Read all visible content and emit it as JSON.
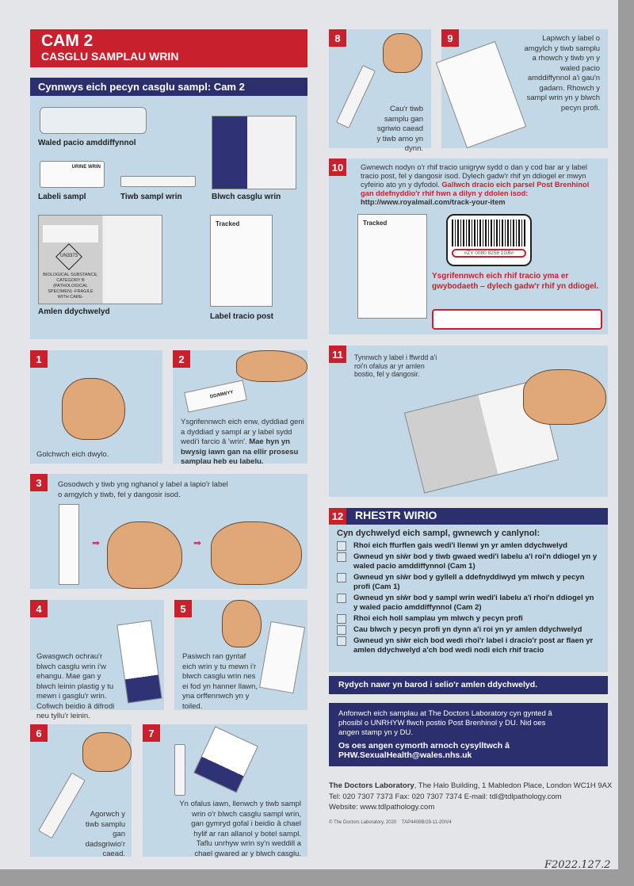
{
  "header": {
    "title": "CAM 2",
    "subtitle": "CASGLU SAMPLAU WRIN"
  },
  "contents": {
    "heading": "Cynnwys eich pecyn casglu sampl: Cam 2",
    "items": [
      "Waled pacio amddiffynnol",
      "Labeli sampl",
      "Tiwb sampl wrin",
      "Blwch casglu wrin",
      "Amlen ddychwelyd",
      "Label tracio post"
    ],
    "label_text": "URINE WRIN",
    "envelope_text": "BIOLOGICAL SUBSTANCE, CATEGORY B (PATHOLOGICAL SPECIMEN) -FRAGILE WITH CARE-",
    "un_code": "UN3373",
    "tracked": "Tracked"
  },
  "steps": {
    "s1": {
      "n": "1",
      "text": "Golchwch eich dwylo."
    },
    "s2": {
      "n": "2",
      "text": "Ysgrifennwch eich enw, dyddiad geni a dyddiad y sampl ar y label sydd wedi'i farcio â 'wrin'. ",
      "bold": "Mae hyn yn bwysig iawn gan na ellir prosesu samplau heb eu labelu.",
      "label_text": "DD/MM/YY"
    },
    "s3": {
      "n": "3",
      "text": "Gosodwch y tiwb yng nghanol y label a lapio'r label o amgylch y tiwb, fel y dangosir isod."
    },
    "s4": {
      "n": "4",
      "text": "Gwasgwch ochrau'r blwch casglu wrin i'w ehangu. Mae gan y blwch leinin plastig y tu mewn i gasglu'r wrin. Cofiwch beidio â difrodi neu tyllu'r leinin."
    },
    "s5": {
      "n": "5",
      "text": "Pasiwch ran gyntaf eich wrin y tu mewn i'r blwch casglu wrin nes ei fod yn hanner llawn, yna orffennwch yn y toiled."
    },
    "s6": {
      "n": "6",
      "text": "Agorwch y tiwb samplu gan dadsgriwio'r caead."
    },
    "s7": {
      "n": "7",
      "text": "Yn ofalus iawn, llenwch y tiwb sampl wrin o'r blwch casglu sampl wrin, gan gymryd gofal i beidio â chael hylif ar ran allanol y botel sampl. Taflu unrhyw wrin sy'n weddill a chael gwared ar y blwch casglu."
    },
    "s8": {
      "n": "8",
      "text": "Cau'r tiwb samplu gan sgriwio caead y tiwb arno yn dynn."
    },
    "s9": {
      "n": "9",
      "text": "Lapiwch y label o amgylch y tiwb samplu a rhowch y tiwb yn y waled pacio amddiffynnol a'i gau'n gadarn. Rhowch y sampl wrin yn y blwch pecyn profi."
    },
    "s10": {
      "n": "10",
      "text": "Gwnewch nodyn o'r rhif tracio unigryw sydd o dan y cod bar ar y label tracio post, fel y dangosir isod. Dylech gadw'r rhif yn ddiogel er mwyn cyfeirio ato yn y dyfodol. ",
      "red": "Gallwch dracio eich parsel Post Brenhinol gan ddefnyddio'r rhif hwn a dilyn y ddolen isod:",
      "link": " http://www.royalmail.com/track-your-item",
      "barcode_number": "#ZY 0080 8256 1GB#",
      "write_here": "Ysgrifennwch eich rhif tracio yma er gwybodaeth – dylech gadw'r rhif yn ddiogel.",
      "tracking_input": ""
    },
    "s11": {
      "n": "11",
      "text": "Tynnwch y label i ffwrdd a'i roi'n ofalus ar yr amlen bostio, fel y dangosir."
    }
  },
  "checklist": {
    "n": "12",
    "title": "RHESTR WIRIO",
    "intro": "Cyn dychwelyd eich sampl, gwnewch y canlynol:",
    "items": [
      "Rhoi eich ffurflen gais wedi'i llenwi yn yr amlen ddychwelyd",
      "Gwneud yn siŵr bod y tiwb gwaed wedi'i labelu a'i roi'n ddiogel yn y waled pacio amddiffynnol (Cam 1)",
      "Gwneud yn siŵr bod y gyllell a ddefnyddiwyd ym mlwch y pecyn profi (Cam 1)",
      "Gwneud yn siŵr bod y sampl wrin wedi'i labelu a'i rhoi'n ddiogel yn y waled pacio amddiffynnol (Cam 2)",
      "Rhoi eich holl samplau ym mlwch y pecyn profi",
      "Cau blwch y pecyn profi yn dynn a'i roi yn yr amlen ddychwelyd",
      "Gwneud yn siŵr eich bod wedi rhoi'r label i dracio'r post ar flaen yr amlen ddychwelyd a'ch bod wedi nodi eich rhif tracio"
    ],
    "ready": "Rydych nawr yn barod i selio'r amlen ddychwelyd."
  },
  "contact": {
    "text": "Anfonwch eich samplau at The Doctors Laboratory cyn gynted â phosibl o UNRHYW flwch postio Post Brenhinol y DU. Nid oes angen stamp yn y DU.",
    "help": "Os oes angen cymorth arnoch cysylltwch â",
    "email": "PHW.SexualHealth@wales.nhs.uk"
  },
  "footer": {
    "org": "The Doctors Laboratory",
    "address": ", The Halo Building, 1 Mabledon Place, London WC1H 9AX",
    "phone": "Tel: 020 7307 7373 Fax: 020 7307 7374 E-mail: tdl@tdlpathology.com",
    "website": "Website: www.tdlpathology.com",
    "copyright": "© The Doctors Laboratory, 2020",
    "code": "TAP4408B/29-11-20/V4",
    "accession": "F2022.127.2"
  },
  "colors": {
    "red": "#c8202c",
    "navy": "#2b2f6e",
    "panel": "#c3d8e6"
  }
}
